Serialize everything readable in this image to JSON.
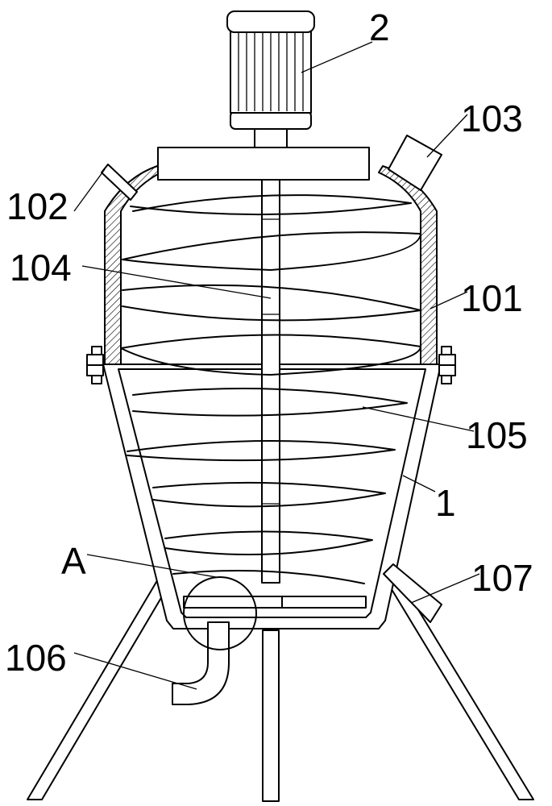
{
  "labels": {
    "motor": "2",
    "port_top_right": "103",
    "port_top_left": "102",
    "shaft": "104",
    "upper_shell": "101",
    "helical_blade": "105",
    "lower_shell": "1",
    "detail_a": "A",
    "discharge_right": "107",
    "discharge_left": "106"
  },
  "colors": {
    "line": "#000000",
    "background": "#ffffff"
  }
}
